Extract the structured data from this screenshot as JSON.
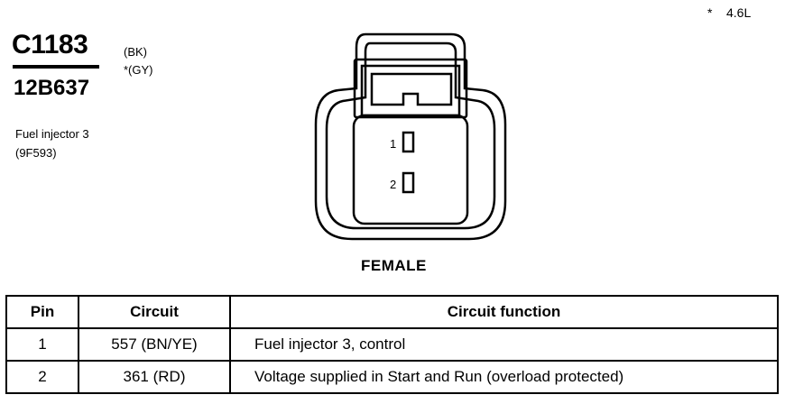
{
  "header": {
    "connector_id": "C1183",
    "part_number": "12B637",
    "color_primary": "(BK)",
    "color_alt": "*(GY)",
    "description_line1": "Fuel injector 3",
    "description_line2": "(9F593)",
    "engine_note": "*    4.6L"
  },
  "diagram": {
    "pin1_label": "1",
    "pin2_label": "2",
    "gender": "FEMALE"
  },
  "table": {
    "headers": [
      "Pin",
      "Circuit",
      "Circuit function"
    ],
    "rows": [
      {
        "pin": "1",
        "circuit": "557 (BN/YE)",
        "function": "Fuel injector 3, control"
      },
      {
        "pin": "2",
        "circuit": "361 (RD)",
        "function": "Voltage supplied in Start and Run (overload protected)"
      }
    ]
  }
}
